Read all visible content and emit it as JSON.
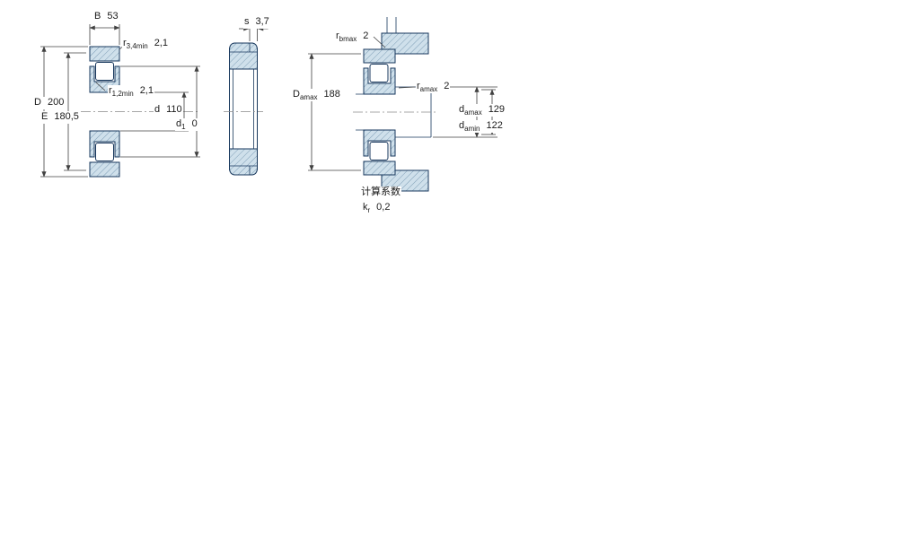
{
  "drawing": {
    "kind": "bearing-technical-drawing",
    "colors": {
      "section_fill": "#cfe0eb",
      "hatch_line": "#6c8faa",
      "outline": "#17375c",
      "dimension": "#404040",
      "text": "#1a1a1a"
    },
    "labels": {
      "B": {
        "sym": "B",
        "sub": "",
        "val": "53"
      },
      "r34min": {
        "sym": "r",
        "sub": "3,4min",
        "val": "2,1"
      },
      "r12min": {
        "sym": "r",
        "sub": "1,2min",
        "val": "2,1"
      },
      "D": {
        "sym": "D",
        "sub": "",
        "val": "200"
      },
      "E": {
        "sym": "E",
        "sub": "",
        "val": "180,5"
      },
      "d": {
        "sym": "d",
        "sub": "",
        "val": "110"
      },
      "d1": {
        "sym": "d",
        "sub": "1",
        "val": "0"
      },
      "s": {
        "sym": "s",
        "sub": "",
        "val": "3,7"
      },
      "rbmax": {
        "sym": "r",
        "sub": "bmax",
        "val": "2"
      },
      "Damax": {
        "sym": "D",
        "sub": "amax",
        "val": "188"
      },
      "ramax": {
        "sym": "r",
        "sub": "amax",
        "val": "2"
      },
      "damax": {
        "sym": "d",
        "sub": "amax",
        "val": "129"
      },
      "damin": {
        "sym": "d",
        "sub": "amin",
        "val": "122"
      },
      "calc_title": "计算系数",
      "kr": {
        "sym": "k",
        "sub": "r",
        "val": "0,2"
      }
    }
  }
}
